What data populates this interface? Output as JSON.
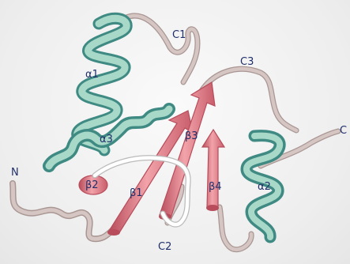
{
  "structure": {
    "colors": {
      "helix_light": "#a8d8c8",
      "helix_mid": "#6fb6a6",
      "helix_dark": "#3f8a83",
      "strand_light": "#f2a3aa",
      "strand_mid": "#e07883",
      "strand_dark": "#b84c5b",
      "loop": "#d6c6c3",
      "loop_shadow": "#a99693",
      "highlight_loop": "#ffffff",
      "label": "#1f2f6a"
    },
    "labels": {
      "c1": "C1",
      "c3": "C3",
      "c_term": "C",
      "n_term": "N",
      "alpha1": "α1",
      "alpha2": "α2",
      "alpha3": "α3",
      "beta1": "β1",
      "beta2_strand": "β2",
      "beta2_small": "β2",
      "beta3": "β3",
      "beta4": "β4",
      "c2": "C2"
    }
  }
}
